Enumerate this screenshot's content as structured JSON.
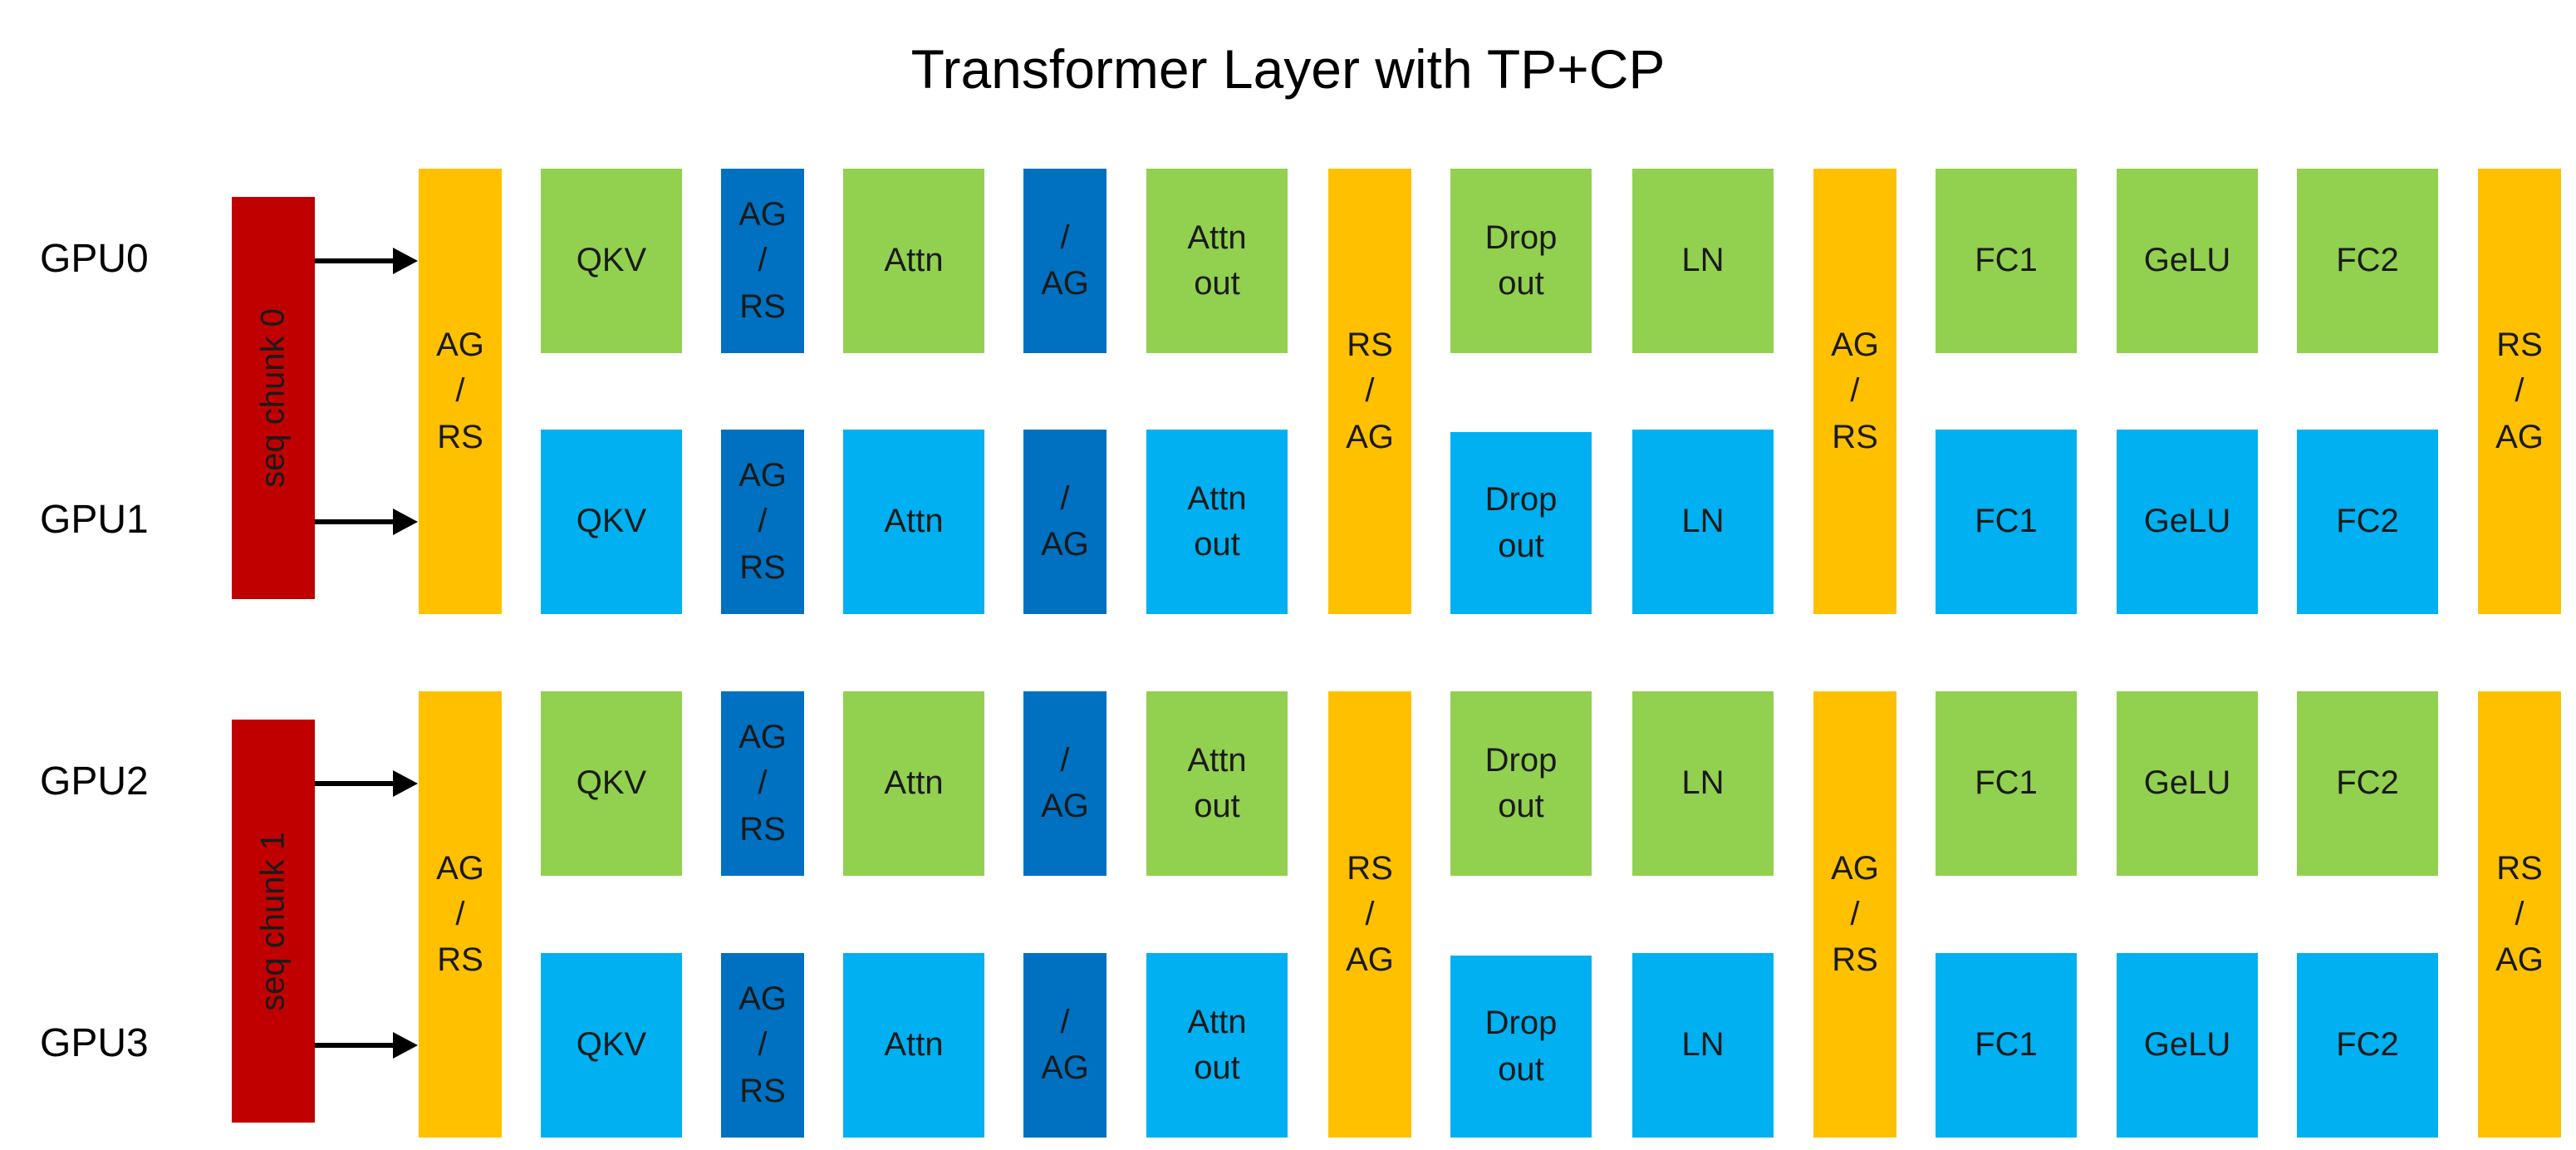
{
  "title": "Transformer Layer with TP+CP",
  "gpus": [
    "GPU0",
    "GPU1",
    "GPU2",
    "GPU3"
  ],
  "seq_chunks": [
    "seq chunk 0",
    "seq chunk 1"
  ],
  "collectives": [
    "AG\n/\nRS",
    "RS\n/\nAG",
    "AG\n/\nRS",
    "RS\n/\nAG"
  ],
  "ops": [
    {
      "label": "QKV",
      "kind": "compute"
    },
    {
      "label": "AG\n/\nRS",
      "kind": "comm"
    },
    {
      "label": "Attn",
      "kind": "compute"
    },
    {
      "label": "/\nAG",
      "kind": "comm"
    },
    {
      "label": "Attn\nout",
      "kind": "compute"
    },
    {
      "label": "Drop\nout",
      "kind": "compute"
    },
    {
      "label": "LN",
      "kind": "compute"
    },
    {
      "label": "FC1",
      "kind": "compute"
    },
    {
      "label": "GeLU",
      "kind": "compute"
    },
    {
      "label": "FC2",
      "kind": "compute"
    }
  ],
  "colors": {
    "seq_chunk": "#c00000",
    "collective": "#ffc000",
    "compute_even_gpu": "#92d050",
    "compute_odd_gpu": "#00b0f0",
    "comm_op": "#0070c0",
    "arrow": "#000000"
  }
}
